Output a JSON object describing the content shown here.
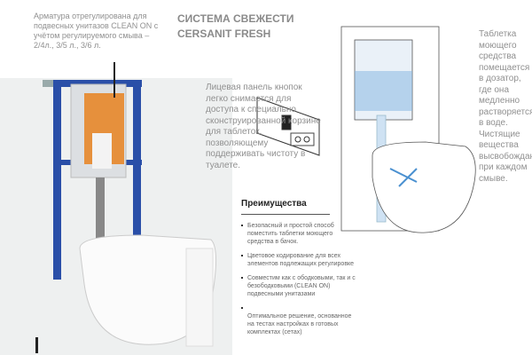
{
  "title": [
    "СИСТЕМА СВЕЖЕСТИ",
    "CERSANIT FRESH"
  ],
  "frame_note": "Арматура отрегулирована для подвесных унитазов CLEAN ON с учётом регулируемого смыва – 2/4л., 3/5 л., 3/6 л.",
  "panel_note": "Лицевая панель кнопок легко снимается для доступа к специально сконструированной корзине для таблеток, позволяющему поддерживать чистоту в туалете.",
  "tablet_note": "Таблетка моющего средства помещается в дозатор, где она медленно растворяется в воде. Чистящие вещества высвобождаются при каждом смыве.",
  "advantages": {
    "heading": "Преимущества",
    "items": [
      "Безопасный и простой способ поместить таблетки моющего средства в бачок.",
      "Цветовое кодирование для всех элементов подлежащих регулировке",
      "Совместим как с ободковыми, так и с безободковыми (CLEAN ON) подвесными унитазами"
    ],
    "footer": "Оптимальное решение, основанное на тестах настройках в готовых комплектах (сетах)"
  },
  "colors": {
    "frame": "#2a4fa8",
    "mechanism": "#e8821e",
    "water": "#7fb4e0"
  }
}
